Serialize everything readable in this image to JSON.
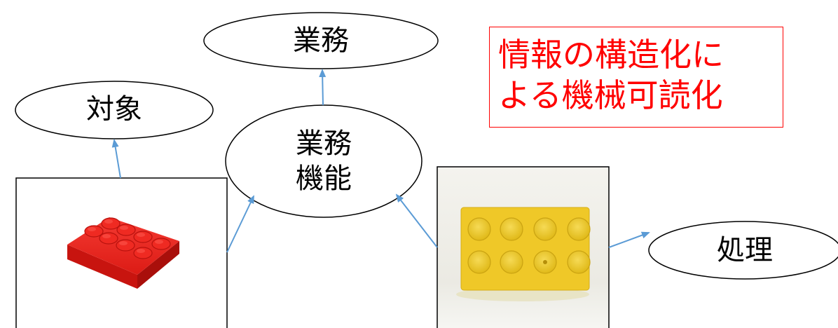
{
  "diagram": {
    "nodes": {
      "gyomu": "業務",
      "taisho": "対象",
      "gyomu_kino": "業務\n機能",
      "shori": "処理"
    },
    "note": {
      "line1": "情報の構造化に",
      "line2": "よる機械可読化"
    },
    "images": {
      "left": "red-lego-brick",
      "right": "yellow-lego-plate"
    },
    "colors": {
      "arrow": "#5b9bd5",
      "note": "#ff0000",
      "red_brick": "#e8231f",
      "yellow_plate": "#f2cc2a"
    }
  }
}
